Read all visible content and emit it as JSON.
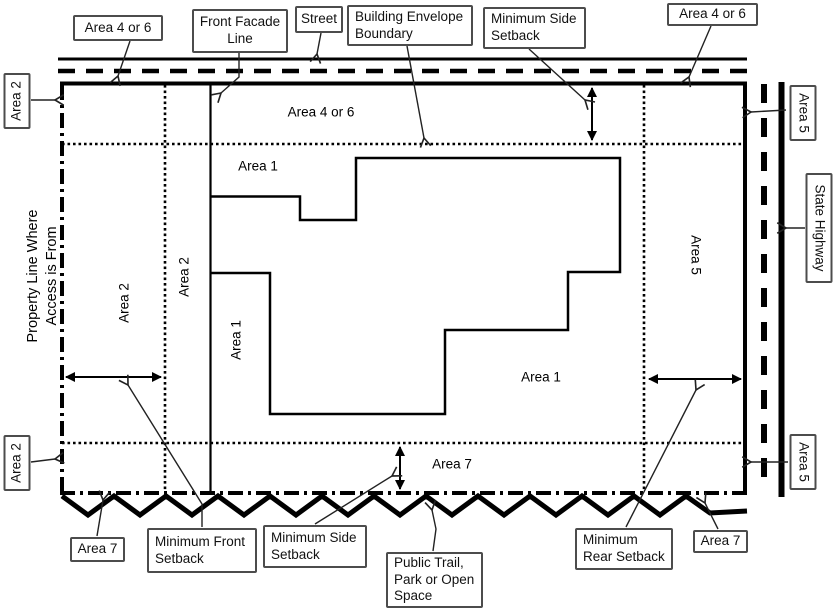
{
  "colors": {
    "line": "#000000",
    "leader": "#222222",
    "callout_border": "#4c4c4c",
    "background": "#ffffff"
  },
  "callouts": {
    "area46_top_left": "Area 4 or 6",
    "front_facade_line": "Front Facade\nLine",
    "street": "Street",
    "building_envelope_boundary": "Building Envelope\nBoundary",
    "min_side_setback_top": "Minimum Side\nSetback",
    "area46_top_right": "Area 4 or 6",
    "area2_top_left": "Area 2",
    "area2_bottom_left": "Area 2",
    "area5_top_right": "Area 5",
    "state_highway": "State Highway",
    "area5_bottom_right": "Area 5",
    "area7_bottom_left": "Area 7",
    "min_front_setback": "Minimum Front\nSetback",
    "min_side_setback_bottom": "Minimum Side\nSetback",
    "public_trail": "Public Trail,\nPark or Open\nSpace",
    "min_rear_setback": "Minimum\nRear Setback",
    "area7_bottom_right": "Area 7"
  },
  "region_labels": {
    "area46_street_strip": "Area 4 or 6",
    "area1_upper": "Area 1",
    "area2_left_outer": "Area 2",
    "area2_left_inner": "Area 2",
    "area1_left_vertical": "Area 1",
    "area5_right_strip": "Area 5",
    "area1_lower": "Area 1",
    "area7_bottom_strip": "Area 7"
  },
  "edge_text": {
    "property_line": "Property Line Where\nAccess is From"
  }
}
